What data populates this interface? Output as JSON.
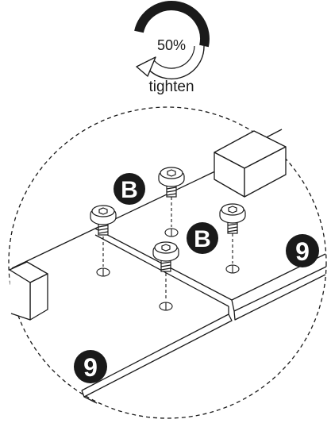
{
  "tighten_gauge": {
    "percent_label": "50%",
    "caption": "tighten",
    "progress": 0.5
  },
  "labels": {
    "part_b_top": "B",
    "part_b_right": "B",
    "part_9_right": "9",
    "part_9_bottom": "9"
  },
  "colors": {
    "ink": "#1a1a1a",
    "paper": "#ffffff"
  },
  "icons": [
    "rotate-arrow-icon",
    "screw-icon",
    "hole-icon"
  ]
}
